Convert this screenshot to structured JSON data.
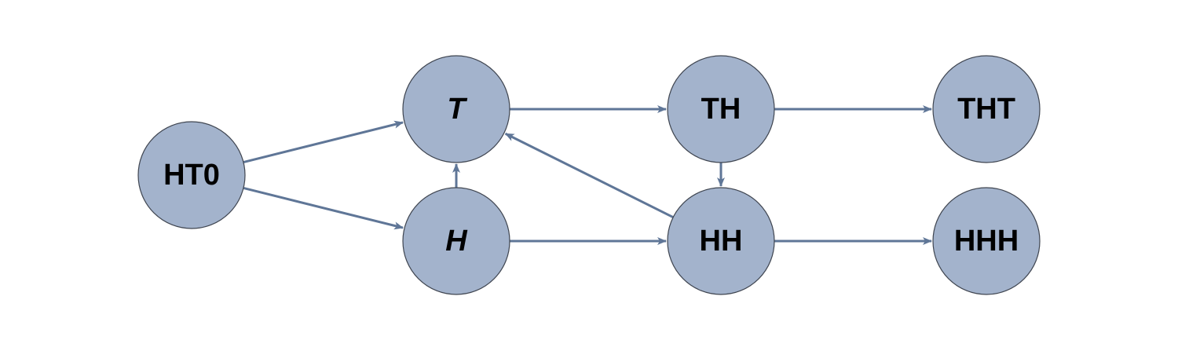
{
  "colors": {
    "node_fill": "#a3b3cc",
    "edge": "#5f7697"
  },
  "nodes": [
    {
      "id": "HT0",
      "label": "HT0",
      "italic": false
    },
    {
      "id": "T",
      "label": "T",
      "italic": true
    },
    {
      "id": "H",
      "label": "H",
      "italic": true
    },
    {
      "id": "TH",
      "label": "TH",
      "italic": false
    },
    {
      "id": "HH",
      "label": "HH",
      "italic": false
    },
    {
      "id": "THT",
      "label": "THT",
      "italic": false
    },
    {
      "id": "HHH",
      "label": "HHH",
      "italic": false
    }
  ],
  "edges": [
    {
      "from": "HT0",
      "to": "T"
    },
    {
      "from": "HT0",
      "to": "H"
    },
    {
      "from": "H",
      "to": "T"
    },
    {
      "from": "T",
      "to": "TH"
    },
    {
      "from": "H",
      "to": "HH"
    },
    {
      "from": "TH",
      "to": "HH"
    },
    {
      "from": "HH",
      "to": "T"
    },
    {
      "from": "TH",
      "to": "THT"
    },
    {
      "from": "HH",
      "to": "HHH"
    }
  ]
}
